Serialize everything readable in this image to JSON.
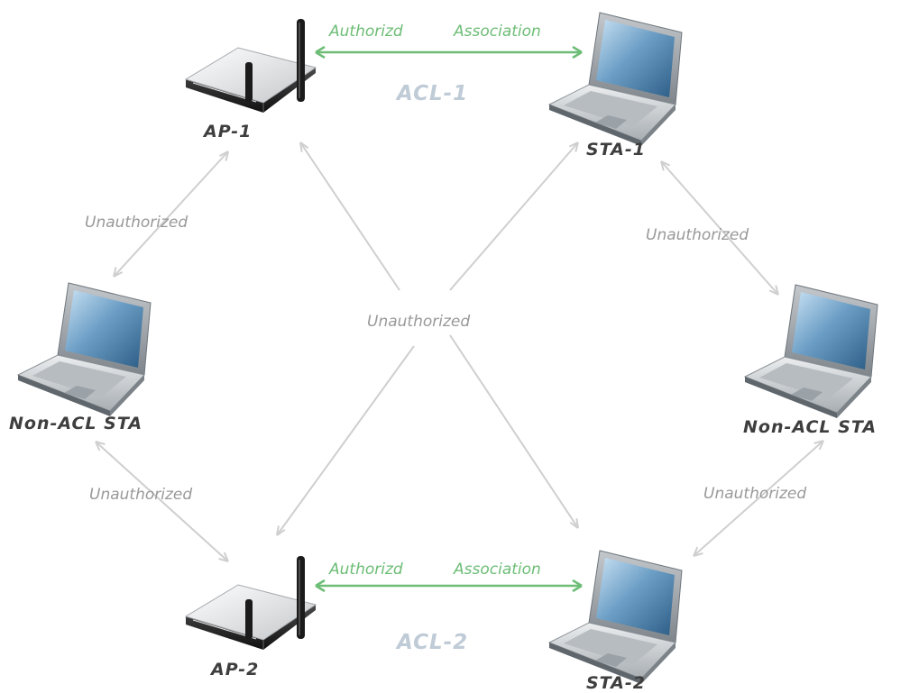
{
  "colors": {
    "green": "#6dbd76",
    "gray_edge": "#cfcfcf",
    "node_text": "#3e3e3e",
    "acl_text": "#bfcbd6",
    "edge_text": "#999999"
  },
  "nodes": {
    "ap1": {
      "label": "AP-1",
      "icon": "wireless-router-icon"
    },
    "ap2": {
      "label": "AP-2",
      "icon": "wireless-router-icon"
    },
    "sta1": {
      "label": "STA-1",
      "icon": "laptop-icon"
    },
    "sta2": {
      "label": "STA-2",
      "icon": "laptop-icon"
    },
    "non_acl_left": {
      "label": "Non-ACL STA",
      "icon": "laptop-icon"
    },
    "non_acl_right": {
      "label": "Non-ACL STA",
      "icon": "laptop-icon"
    }
  },
  "groups": {
    "acl1": {
      "label": "ACL-1"
    },
    "acl2": {
      "label": "ACL-2"
    }
  },
  "edges": {
    "ap1_sta1": {
      "label_left": "Authorizd",
      "label_right": "Association"
    },
    "ap2_sta2": {
      "label_left": "Authorizd",
      "label_right": "Association"
    },
    "ap1_nonacl_left": {
      "label": "Unauthorized"
    },
    "sta1_nonacl_right": {
      "label": "Unauthorized"
    },
    "cross": {
      "label": "Unauthorized"
    },
    "nonacl_left_ap2": {
      "label": "Unauthorized"
    },
    "nonacl_right_sta2": {
      "label": "Unauthorized"
    }
  }
}
